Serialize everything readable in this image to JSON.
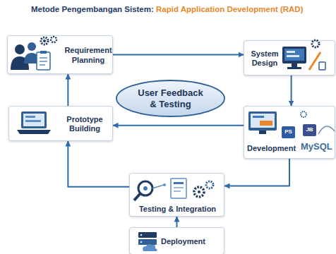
{
  "diagram": {
    "title": "Metode Pengembangan Sistem: Rapid Application Development (RAD)",
    "nodes": [
      {
        "text": [
          "Requirement Planning"
        ]
      },
      {
        "text": [
          "System Design"
        ]
      },
      {
        "text": [
          "User Feedback & Testing"
        ]
      },
      {
        "text": [
          "Prototype Building"
        ]
      },
      {
        "text": [
          "Development",
          "MySQL"
        ]
      },
      {
        "text": [
          "Testing & Integration"
        ]
      },
      {
        "text": [
          "Deployment"
        ]
      }
    ],
    "edges": [
      {
        "from": 0,
        "to": 1,
        "arrow": "to"
      },
      {
        "from": 1,
        "to": 4,
        "arrow": "to"
      },
      {
        "from": 4,
        "to": 3,
        "arrow": "to"
      },
      {
        "from": 4,
        "to": 5,
        "arrow": "to"
      },
      {
        "from": 5,
        "to": 3,
        "arrow": "to"
      },
      {
        "from": 3,
        "to": 0,
        "arrow": "to"
      },
      {
        "from": 6,
        "to": 5,
        "arrow": "to"
      }
    ],
    "labels": [
      "PS",
      "JB"
    ]
  }
}
